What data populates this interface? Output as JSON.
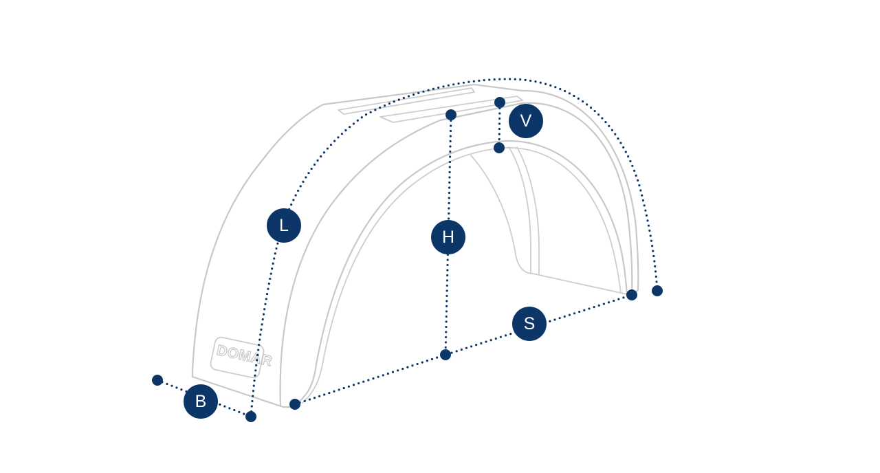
{
  "colors": {
    "accent": "#0d3668",
    "outline": "#c8c8c8",
    "background": "#ffffff"
  },
  "brand": {
    "logo_text": "DOMAR"
  },
  "dimensions": [
    {
      "id": "L",
      "label": "L"
    },
    {
      "id": "H",
      "label": "H"
    },
    {
      "id": "V",
      "label": "V"
    },
    {
      "id": "S",
      "label": "S"
    },
    {
      "id": "B",
      "label": "B"
    }
  ]
}
